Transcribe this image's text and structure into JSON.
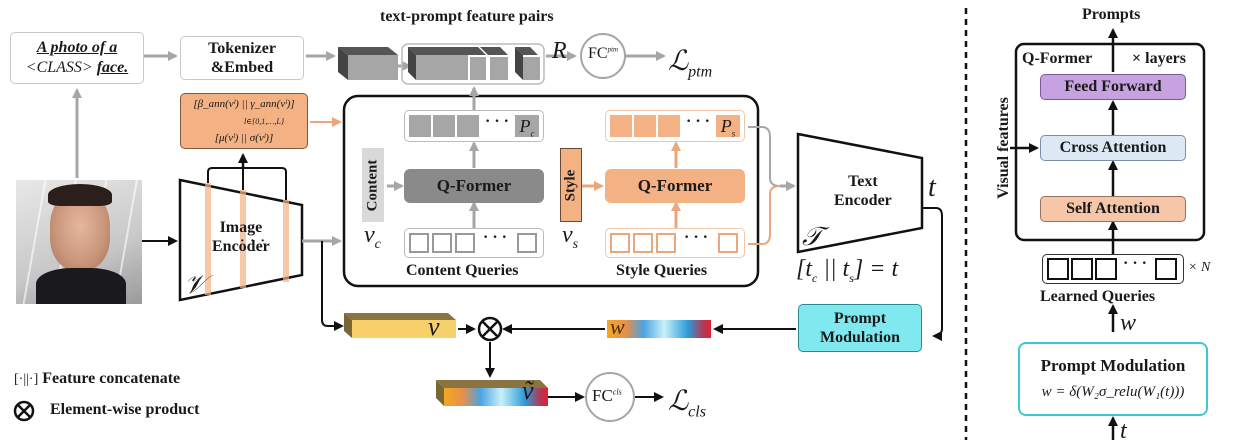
{
  "left_panel": {
    "text_prompt": {
      "line1": "A photo of a",
      "line2_prefix": "<CLASS>",
      "line2_suffix": "face."
    },
    "tokenizer": {
      "line1": "Tokenizer",
      "line2": "&Embed"
    },
    "feature_pairs_title": "text-prompt feature pairs",
    "R_label": "R",
    "fc_ptm": {
      "base": "FC",
      "sup": "ptm"
    },
    "loss_ptm": {
      "symbol": "ℒ",
      "sub": "ptm"
    },
    "adain_box": {
      "top": "[β_ann(vˡ) || γ_ann(vˡ)]",
      "mid": "l∈{0,1,…,L}",
      "bottom": "[μ(vˡ) || σ(vˡ)]"
    },
    "image_encoder": {
      "line1": "Image",
      "line2": "Encoder",
      "symbol": "𝒱"
    },
    "content": {
      "label": "Content",
      "var": "v",
      "sub": "c",
      "qformer": "Q-Former",
      "queries": "Content Queries",
      "prompt": "P",
      "prompt_sub": "c",
      "dots": "· · ·"
    },
    "style": {
      "label": "Style",
      "var": "v",
      "sub": "s",
      "qformer": "Q-Former",
      "queries": "Style Queries",
      "prompt": "P",
      "prompt_sub": "s",
      "dots": "· · ·"
    },
    "text_encoder": {
      "line1": "Text",
      "line2": "Encoder",
      "symbol": "𝒯",
      "out": "t"
    },
    "concat_eq": {
      "tc": "t",
      "tc_sub": "c",
      "ts": "t",
      "ts_sub": "s",
      "rhs": "t"
    },
    "prompt_modulation": {
      "line1": "Prompt",
      "line2": "Modulation"
    },
    "v_label": "v",
    "w_label": "w",
    "v_tilde": "ṽ",
    "otimes": "⊗",
    "fc_cls": {
      "base": "FC",
      "sup": "cls"
    },
    "loss_cls": {
      "symbol": "ℒ",
      "sub": "cls"
    },
    "legend": [
      {
        "symbol": "[·||·]",
        "label": "Feature concatenate"
      },
      {
        "symbol": "⊗",
        "label": "Element-wise product"
      }
    ]
  },
  "right_panel": {
    "prompts_label": "Prompts",
    "qformer_title": "Q-Former",
    "layers_label": "× layers",
    "visual_features": "Visual features",
    "feed_forward": "Feed Forward",
    "cross_attention": "Cross Attention",
    "self_attention": "Self Attention",
    "learned_queries": "Learned Queries",
    "times_n": "× N",
    "w_label": "w",
    "prompt_modulation": "Prompt Modulation",
    "formula": "w = δ(W₂σ_relu(W₁(t)))",
    "t_label": "t"
  },
  "colors": {
    "orange": "#f4b183",
    "orange_border": "#e0a070",
    "gray_box": "#a6a6a6",
    "dark_gray": "#808080",
    "cyan": "#7fe9ef",
    "cyan_border": "#3fc7d0",
    "purple": "#c6a3e0",
    "light_blue": "#dce9f5",
    "salmon": "#f6c6a8"
  }
}
